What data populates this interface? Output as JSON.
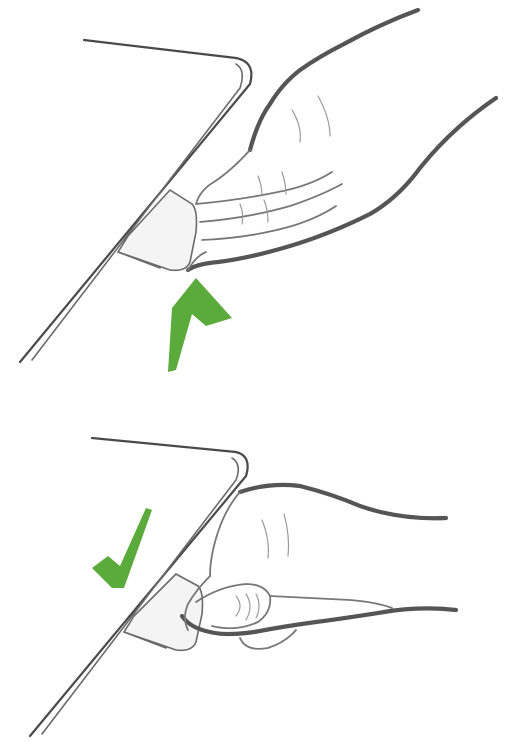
{
  "illustration": {
    "steps": [
      {
        "id": "release",
        "indicator": "arrow-up"
      },
      {
        "id": "attach",
        "indicator": "checkmark"
      }
    ]
  },
  "colors": {
    "indicator": "#5aaa3c",
    "line": "#4a4a4a",
    "background": "#ffffff"
  }
}
